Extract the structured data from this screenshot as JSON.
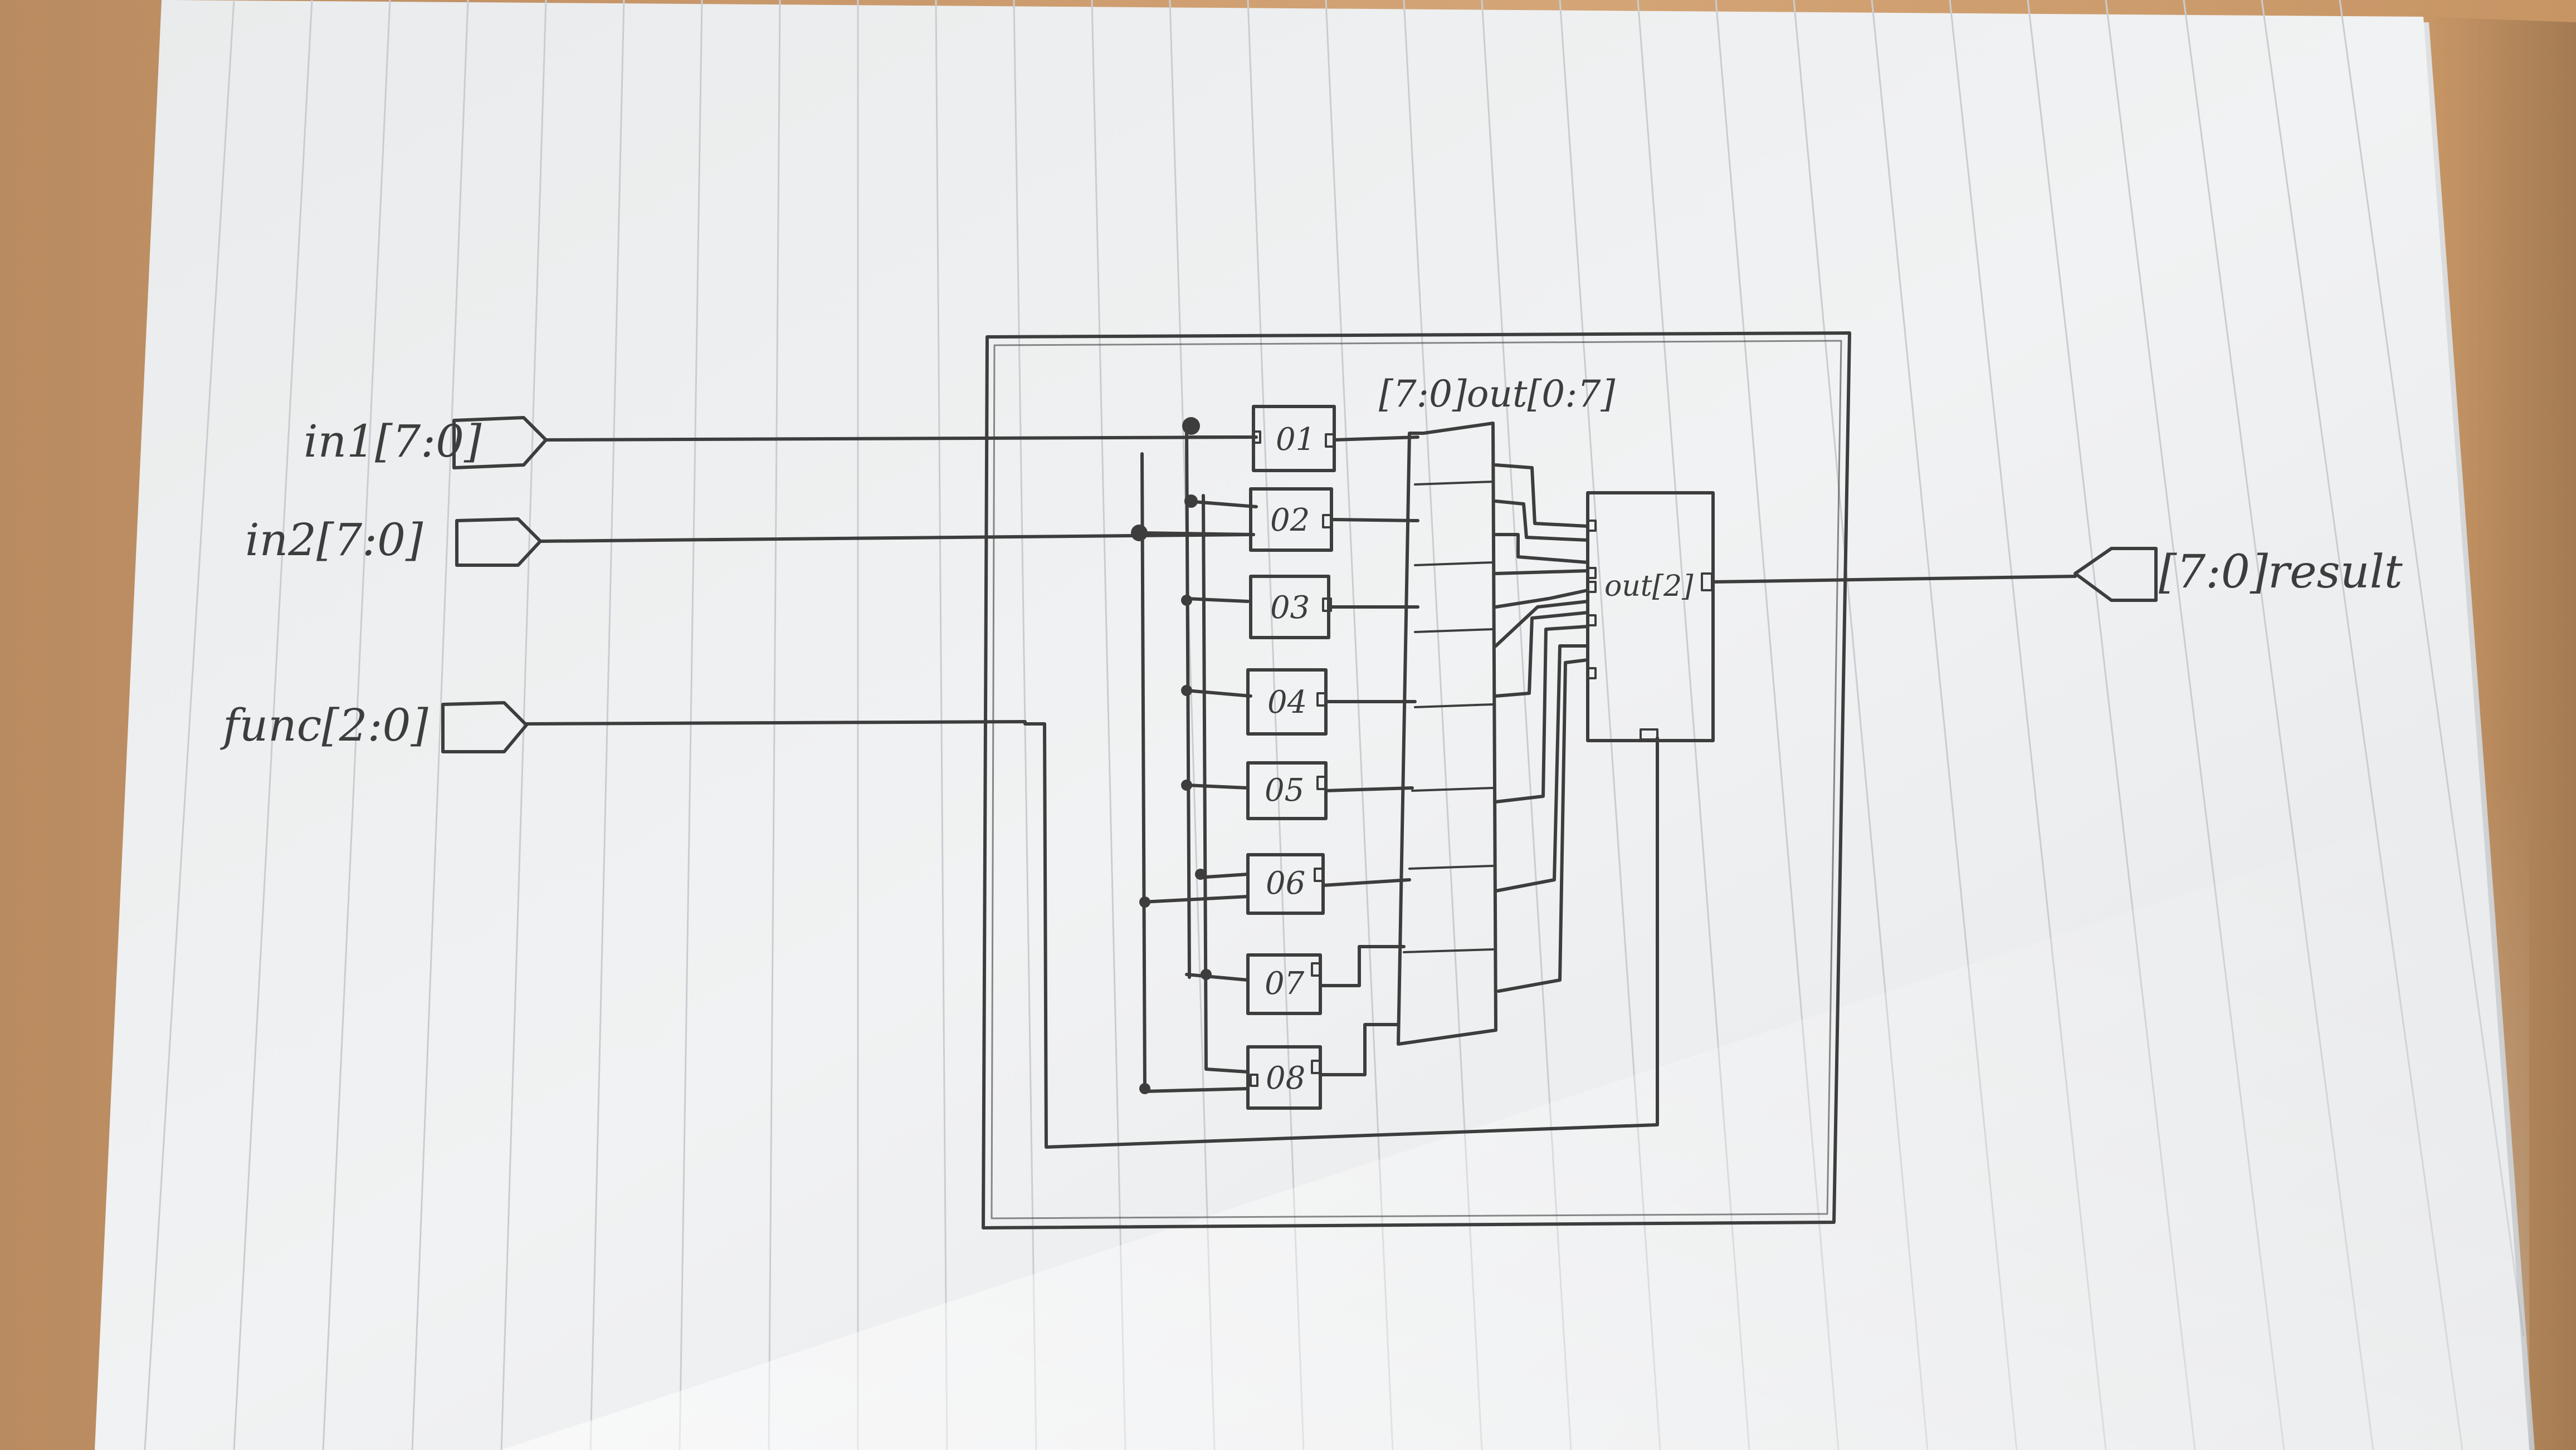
{
  "diagram": {
    "inputs": [
      {
        "label": "in1[7:0]"
      },
      {
        "label": "in2[7:0]"
      },
      {
        "label": "func[2:0]"
      }
    ],
    "output": {
      "label": "[7:0]result"
    },
    "blocks": [
      "01",
      "02",
      "03",
      "04",
      "05",
      "06",
      "07",
      "08"
    ],
    "bus_label": "[7:0]out[0:7]",
    "mux_label": "out[2]"
  },
  "colors": {
    "pencil": "#3d3d3d",
    "paper": "#eceeef",
    "rule": "#c9cdd2",
    "wood": "#c9986a"
  }
}
